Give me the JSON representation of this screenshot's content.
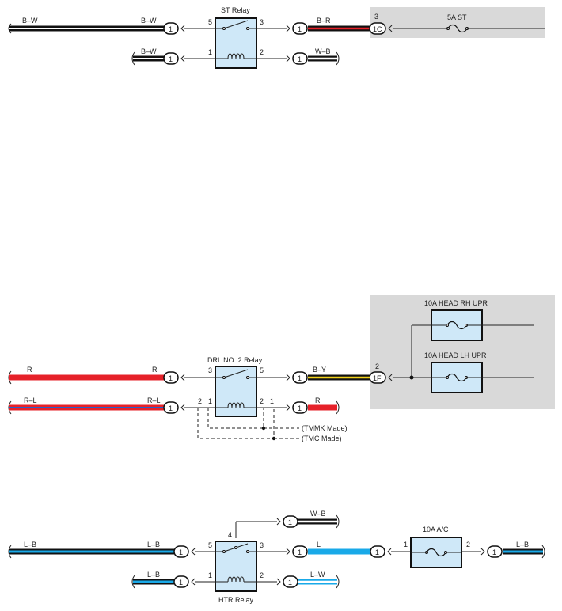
{
  "colors": {
    "black": "#111111",
    "white_stripe": "#ffffff",
    "red": "#e62129",
    "yellow": "#f2d21b",
    "blue": "#19a9e8",
    "lightblue": "#cfe8f8",
    "grey_panel": "#d9d9d9"
  },
  "st_section": {
    "relay_title": "ST Relay",
    "wire_left_top_start": "B–W",
    "wire_left_top_end": "B–W",
    "wire_left_bottom": "B–W",
    "wire_right_top": "B–R",
    "wire_right_bottom": "W–B",
    "pin5": "5",
    "pin3": "3",
    "pin1": "1",
    "pin2": "2",
    "conn_a": "1",
    "conn_b": "1",
    "conn_c": "1",
    "conn_d": "1",
    "fuse_conn": "1C",
    "fuse_pin": "3",
    "fuse_label": "5A ST"
  },
  "drl_section": {
    "relay_title": "DRL NO. 2 Relay",
    "wire_r_start": "R",
    "wire_r_end": "R",
    "wire_rl_start": "R–L",
    "wire_rl_end": "R–L",
    "wire_by": "B–Y",
    "wire_r_out": "R",
    "pin3": "3",
    "pin5": "5",
    "pin2_left": "2",
    "pin1_left": "1",
    "pin2_right": "2",
    "pin1_right": "1",
    "conn_a": "1",
    "conn_b": "1",
    "conn_c": "1",
    "conn_d": "1",
    "fuse_conn": "1F",
    "fuse_pin": "2",
    "fuse_rh": "10A HEAD RH UPR",
    "fuse_lh": "10A HEAD LH UPR",
    "note_tmmk": "(TMMK Made)",
    "note_tmc": "(TMC Made)"
  },
  "htr_section": {
    "relay_title": "HTR Relay",
    "wire_wb": "W–B",
    "wire_lb_start": "L–B",
    "wire_lb_end": "L–B",
    "wire_lb_bottom": "L–B",
    "wire_l": "L",
    "wire_lw": "L–W",
    "wire_lb_out": "L–B",
    "pin4": "4",
    "pin5": "5",
    "pin3": "3",
    "pin1": "1",
    "pin2": "2",
    "fuse_label": "10A A/C",
    "fuse_pin1": "1",
    "fuse_pin2": "2",
    "conn_a": "1",
    "conn_b": "1",
    "conn_c": "1",
    "conn_d": "1",
    "conn_e": "1",
    "conn_f": "1"
  }
}
